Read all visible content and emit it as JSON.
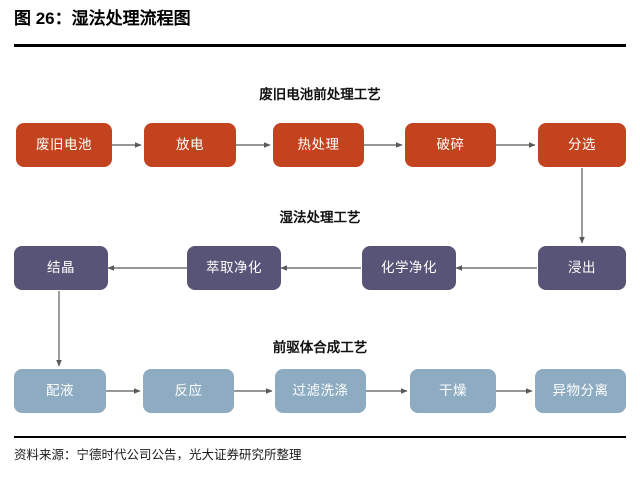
{
  "title": "图 26：湿法处理流程图",
  "source_note": "资料来源：宁德时代公司公告，光大证券研究所整理",
  "colors": {
    "row1_box": "#c4431f",
    "row2_box": "#585477",
    "row3_box": "#8dabc1",
    "rule": "#000000",
    "arrow": "#59595b",
    "text_on_box": "#ffffff"
  },
  "sections": [
    {
      "header": "废旧电池前处理工艺",
      "nodes": [
        {
          "label": "废旧电池"
        },
        {
          "label": "放电"
        },
        {
          "label": "热处理"
        },
        {
          "label": "破碎"
        },
        {
          "label": "分选"
        }
      ]
    },
    {
      "header": "湿法处理工艺",
      "nodes": [
        {
          "label": "结晶"
        },
        {
          "label": "萃取净化"
        },
        {
          "label": "化学净化"
        },
        {
          "label": "浸出"
        }
      ]
    },
    {
      "header": "前驱体合成工艺",
      "nodes": [
        {
          "label": "配液"
        },
        {
          "label": "反应"
        },
        {
          "label": "过滤洗涤"
        },
        {
          "label": "干燥"
        },
        {
          "label": "异物分离"
        }
      ]
    }
  ]
}
